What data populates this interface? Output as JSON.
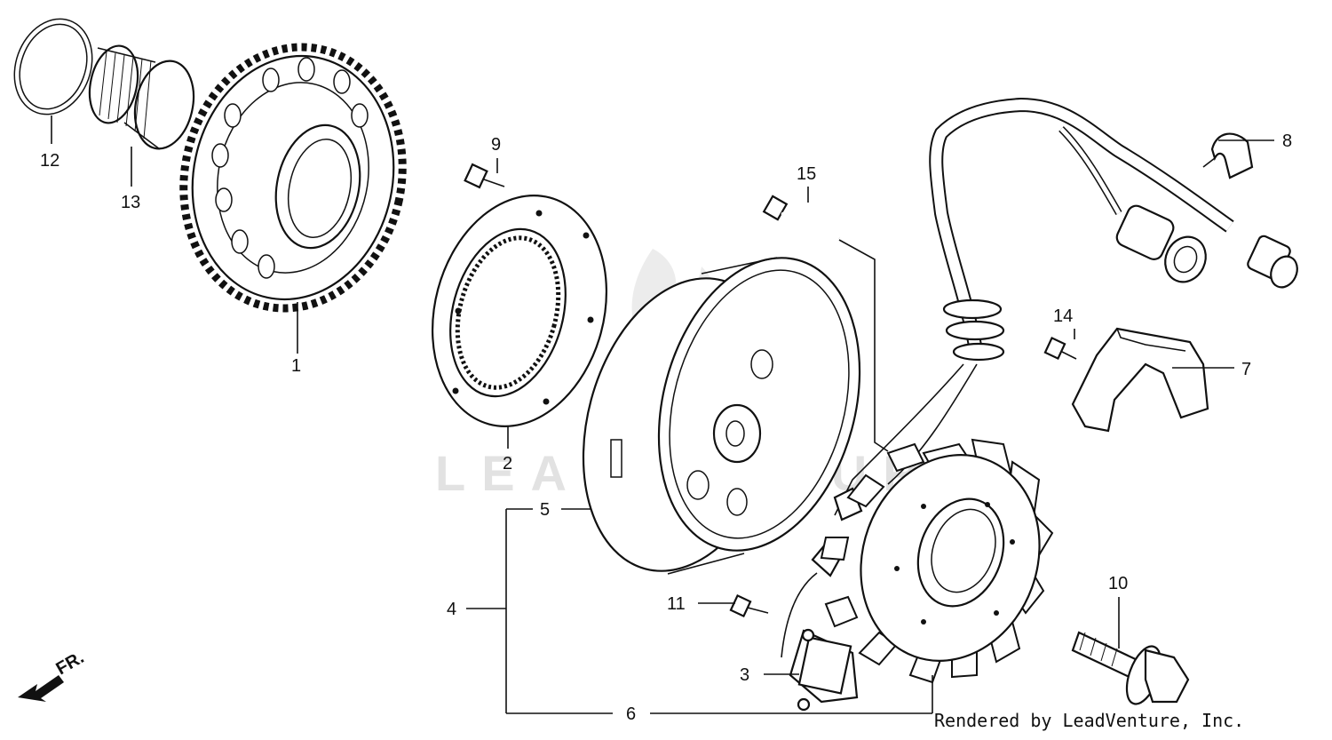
{
  "watermark": "LEADVENTURE",
  "credit": "Rendered by LeadVenture, Inc.",
  "direction_label": "FR.",
  "callouts": [
    "1",
    "2",
    "3",
    "4",
    "5",
    "6",
    "7",
    "8",
    "9",
    "10",
    "11",
    "12",
    "13",
    "14",
    "15"
  ]
}
